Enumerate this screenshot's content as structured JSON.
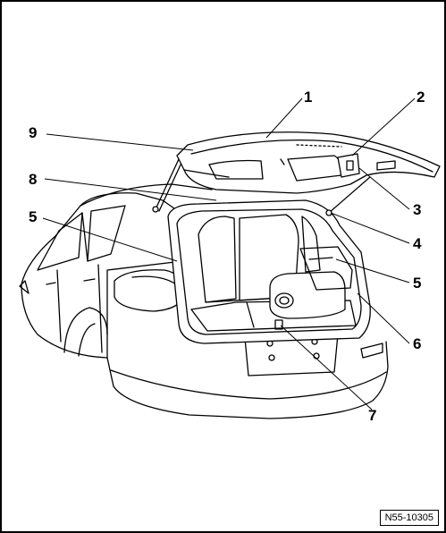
{
  "figure": {
    "reference_code": "N55-10305",
    "callouts": [
      {
        "id": "c1",
        "label": "1"
      },
      {
        "id": "c2",
        "label": "2"
      },
      {
        "id": "c3",
        "label": "3"
      },
      {
        "id": "c4",
        "label": "4"
      },
      {
        "id": "c5a",
        "label": "5"
      },
      {
        "id": "c5b",
        "label": "5"
      },
      {
        "id": "c6",
        "label": "6"
      },
      {
        "id": "c7",
        "label": "7"
      },
      {
        "id": "c8",
        "label": "8"
      },
      {
        "id": "c9",
        "label": "9"
      }
    ]
  }
}
